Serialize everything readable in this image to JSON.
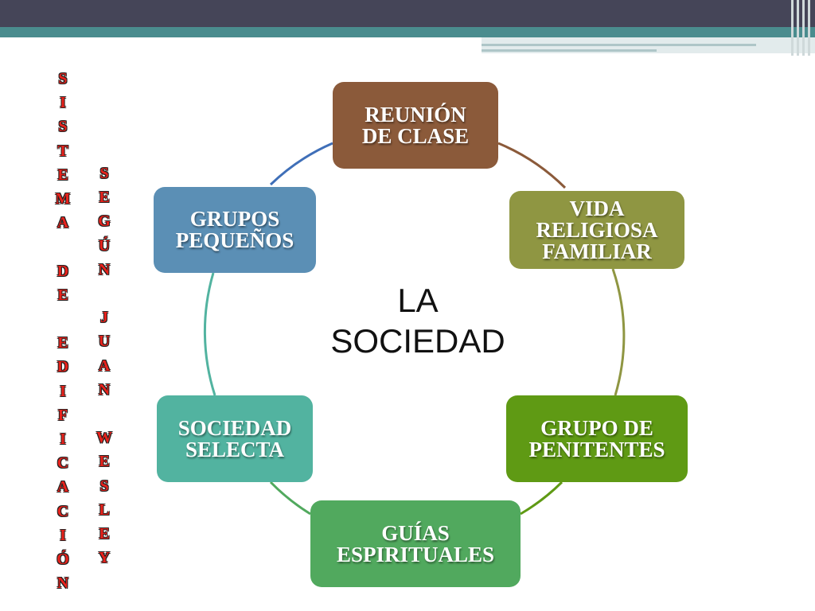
{
  "colors": {
    "header_dark": "#454558",
    "header_teal": "#4a8c8e",
    "side_text": "#e8221c",
    "reunion": "#8b5a3a",
    "vida": "#8f9642",
    "penitentes": "#5f9a14",
    "guias": "#51a95e",
    "selecta": "#52b3a0",
    "pequenos": "#5b8fb5"
  },
  "side_title": {
    "words_col1": [
      "SISTEMA",
      "DE",
      "EDIFICACIÓN"
    ],
    "words_col2": [
      "SEGÚN",
      "JUAN",
      "WESLEY"
    ]
  },
  "diagram": {
    "center": "LA\nSOCIEDAD",
    "nodes": [
      {
        "id": "reunion",
        "label": "REUNIÓN\nDE CLASE"
      },
      {
        "id": "vida",
        "label": "VIDA\nRELIGIOSA\nFAMILIAR"
      },
      {
        "id": "penitentes",
        "label": "GRUPO DE\nPENITENTES"
      },
      {
        "id": "guias",
        "label": "GUÍAS\nESPIRITUALES"
      },
      {
        "id": "selecta",
        "label": "SOCIEDAD\nSELECTA"
      },
      {
        "id": "pequenos",
        "label": "GRUPOS\nPEQUEÑOS"
      }
    ]
  }
}
